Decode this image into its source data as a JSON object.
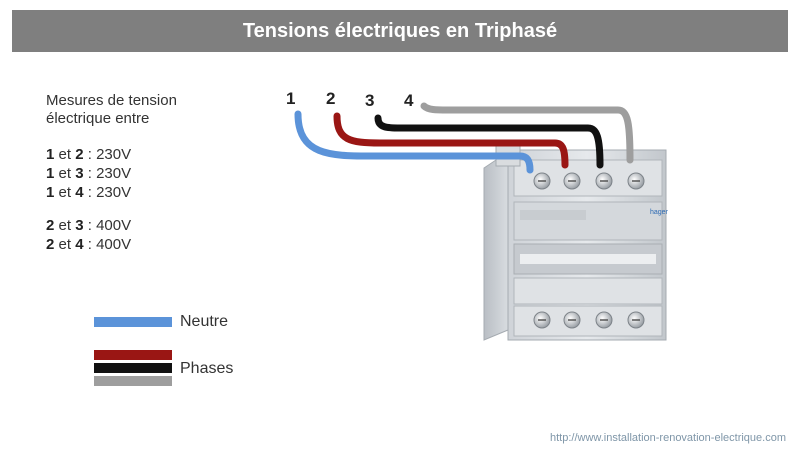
{
  "title": "Tensions électriques en Triphasé",
  "measures": {
    "intro_line1": "Mesures de tension",
    "intro_line2": "électrique entre",
    "rows": [
      {
        "a": "1",
        "b": "2",
        "value": "230V"
      },
      {
        "a": "1",
        "b": "3",
        "value": "230V"
      },
      {
        "a": "1",
        "b": "4",
        "value": "230V"
      },
      {
        "a": "2",
        "b": "3",
        "value": "400V"
      },
      {
        "a": "2",
        "b": "4",
        "value": "400V"
      }
    ],
    "conj": "et",
    "sep": ":"
  },
  "wire_labels": [
    "1",
    "2",
    "3",
    "4"
  ],
  "legend": {
    "neutral_label": "Neutre",
    "phases_label": "Phases"
  },
  "colors": {
    "neutral": "#5b93d9",
    "phase1": "#9a1614",
    "phase2": "#111111",
    "phase3": "#9e9e9e",
    "title_bg": "#7f7f7f"
  },
  "device_brand": "hager",
  "footer": "http://www.installation-renovation-electrique.com"
}
